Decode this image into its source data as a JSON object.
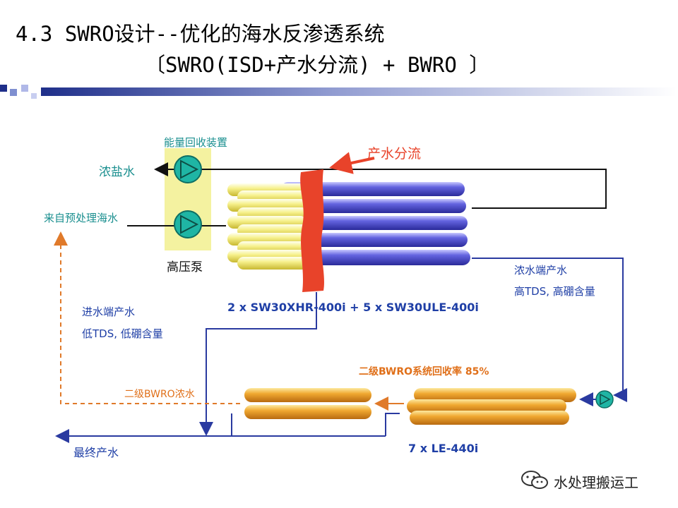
{
  "title": {
    "line1": "4.3 SWRO设计--优化的海水反渗透系统",
    "line2": "〔SWRO(ISD+产水分流) + BWRO 〕"
  },
  "labels": {
    "energy_recovery": "能量回收装置",
    "brine": "浓盐水",
    "feed": "来自预处理海水",
    "hp_pump": "高压泵",
    "split": "产水分流",
    "front_perm_1": "进水端产水",
    "front_perm_2": "低TDS, 低硼含量",
    "rear_perm_1": "浓水端产水",
    "rear_perm_2": "高TDS, 高硼含量",
    "swro_elements": "2 x SW30XHR-400i + 5 x SW30ULE-400i",
    "bwro_recovery": "二级BWRO系统回收率 85%",
    "bwro_brine": "二级BWRO浓水",
    "final_product": "最终产水",
    "bwro_elements": "7 x LE-440i"
  },
  "watermark": "水处理搬运工",
  "colors": {
    "flow_black": "#111111",
    "flow_blue": "#2a3aa0",
    "flow_orange_dashed": "#e07a2a",
    "split_red": "#e8432a",
    "tube_yellow": "#f6f08a",
    "tube_blue": "#5a5ad8",
    "tube_orange": "#f0a830",
    "pump_teal": "#1fb5a4",
    "highlight_yellow": "#f4f2a0"
  }
}
